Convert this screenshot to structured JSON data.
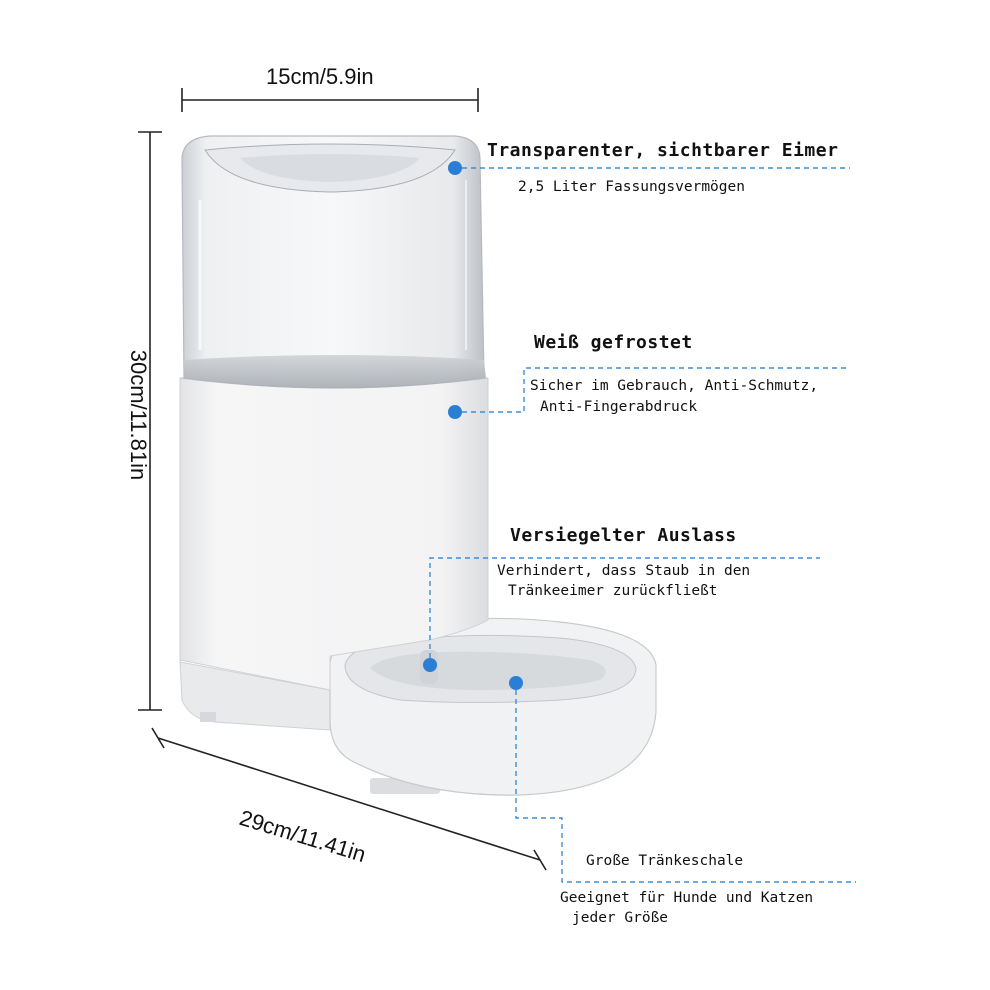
{
  "dimensions": {
    "width_label": "15cm/5.9in",
    "height_label": "30cm/11.81in",
    "depth_label": "29cm/11.41in"
  },
  "features": [
    {
      "title": "Transparenter, sichtbarer Eimer",
      "description": [
        "2,5 Liter Fassungsvermögen"
      ]
    },
    {
      "title": "Weiß gefrostet",
      "description": [
        "Sicher im Gebrauch, Anti-Schmutz,",
        "Anti-Fingerabdruck"
      ]
    },
    {
      "title": "Versiegelter Auslass",
      "description": [
        "Verhindert, dass Staub in den",
        "Tränkeeimer zurückfließt"
      ]
    },
    {
      "title": "Große Tränkeschale",
      "description": [
        "Geeignet für Hunde und Katzen",
        "jeder Größe"
      ]
    }
  ],
  "colors": {
    "accent_dot": "#2a7fd4",
    "dashed_line": "#3b8ed8",
    "dimension_line": "#222222",
    "product_body": "#f4f4f4"
  }
}
